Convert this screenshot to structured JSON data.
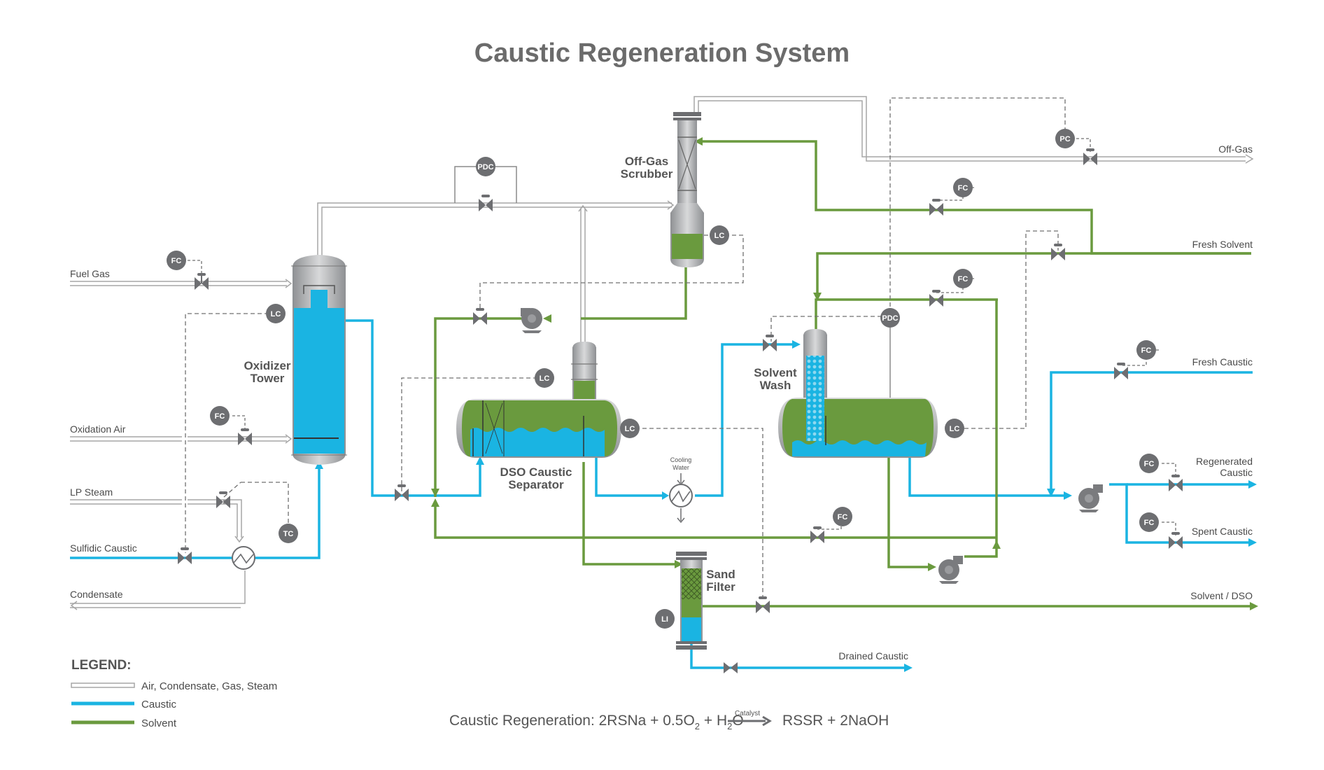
{
  "title": "Caustic Regeneration System",
  "colors": {
    "caustic": "#1ab4e2",
    "solvent": "#6a9a3e",
    "gas": "#a6a6a6",
    "vessel": "#a9abad",
    "instrument": "#6d6e71"
  },
  "streams": {
    "fuel_gas": "Fuel Gas",
    "oxidation_air": "Oxidation Air",
    "lp_steam": "LP Steam",
    "sulfidic_caustic": "Sulfidic Caustic",
    "condensate": "Condensate",
    "off_gas": "Off-Gas",
    "fresh_solvent": "Fresh Solvent",
    "fresh_caustic": "Fresh Caustic",
    "regenerated_caustic_1": "Regenerated",
    "regenerated_caustic_2": "Caustic",
    "spent_caustic": "Spent Caustic",
    "solvent_dso": "Solvent / DSO",
    "drained_caustic": "Drained Caustic",
    "cooling_water_1": "Cooling",
    "cooling_water_2": "Water"
  },
  "equipment": {
    "oxidizer_1": "Oxidizer",
    "oxidizer_2": "Tower",
    "scrubber_1": "Off-Gas",
    "scrubber_2": "Scrubber",
    "separator_1": "DSO Caustic",
    "separator_2": "Separator",
    "wash_1": "Solvent",
    "wash_2": "Wash",
    "filter_1": "Sand",
    "filter_2": "Filter"
  },
  "instruments": {
    "fc": "FC",
    "lc": "LC",
    "pc": "PC",
    "pdc": "PDC",
    "tc": "TC",
    "li": "LI"
  },
  "legend": {
    "heading": "LEGEND:",
    "items": [
      "Air, Condensate, Gas, Steam",
      "Caustic",
      "Solvent"
    ]
  },
  "equation": {
    "left_a": "Caustic Regeneration: 2RSNa + 0.5O",
    "left_sub1": "2",
    "left_b": " + H",
    "left_sub2": "2",
    "left_c": "O",
    "catalyst": "Catalyst",
    "right": "RSSR + 2NaOH"
  }
}
